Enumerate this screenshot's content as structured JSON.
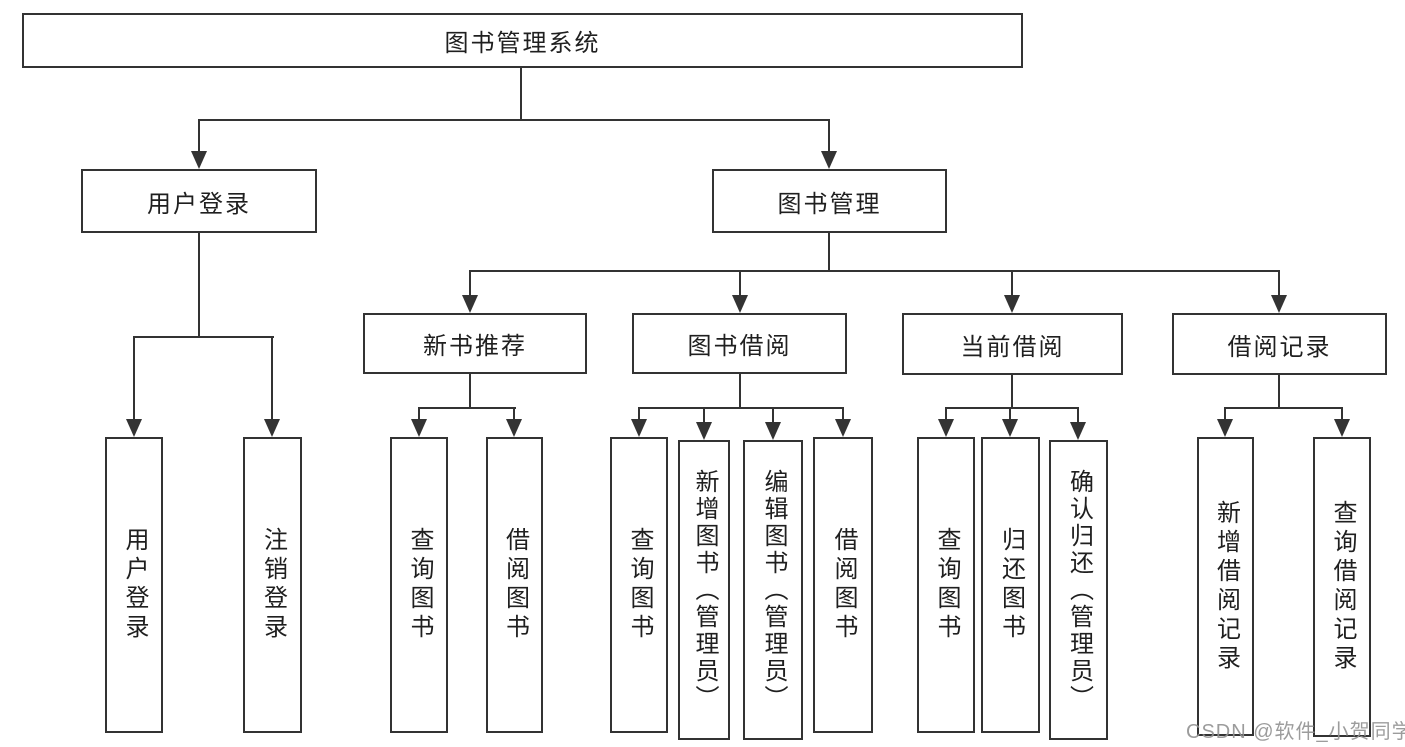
{
  "colors": {
    "line": "#333333",
    "text": "#1f1f1f",
    "watermark": "#919191",
    "background": "#ffffff"
  },
  "tree": {
    "root": {
      "label": "图书管理系统"
    },
    "branches": [
      {
        "label": "用户登录",
        "children": [
          {
            "label": "用户登录"
          },
          {
            "label": "注销登录"
          }
        ]
      },
      {
        "label": "图书管理",
        "children": [
          {
            "label": "新书推荐",
            "children": [
              {
                "label": "查询图书"
              },
              {
                "label": "借阅图书"
              }
            ]
          },
          {
            "label": "图书借阅",
            "children": [
              {
                "label": "查询图书"
              },
              {
                "label": "新增图书（管理员）"
              },
              {
                "label": "编辑图书（管理员）"
              },
              {
                "label": "借阅图书"
              }
            ]
          },
          {
            "label": "当前借阅",
            "children": [
              {
                "label": "查询图书"
              },
              {
                "label": "归还图书"
              },
              {
                "label": "确认归还（管理员）"
              }
            ]
          },
          {
            "label": "借阅记录",
            "children": [
              {
                "label": "新增借阅记录"
              },
              {
                "label": "查询借阅记录"
              }
            ]
          }
        ]
      }
    ]
  },
  "watermark": {
    "text": "CSDN @软件_小贺同学"
  }
}
